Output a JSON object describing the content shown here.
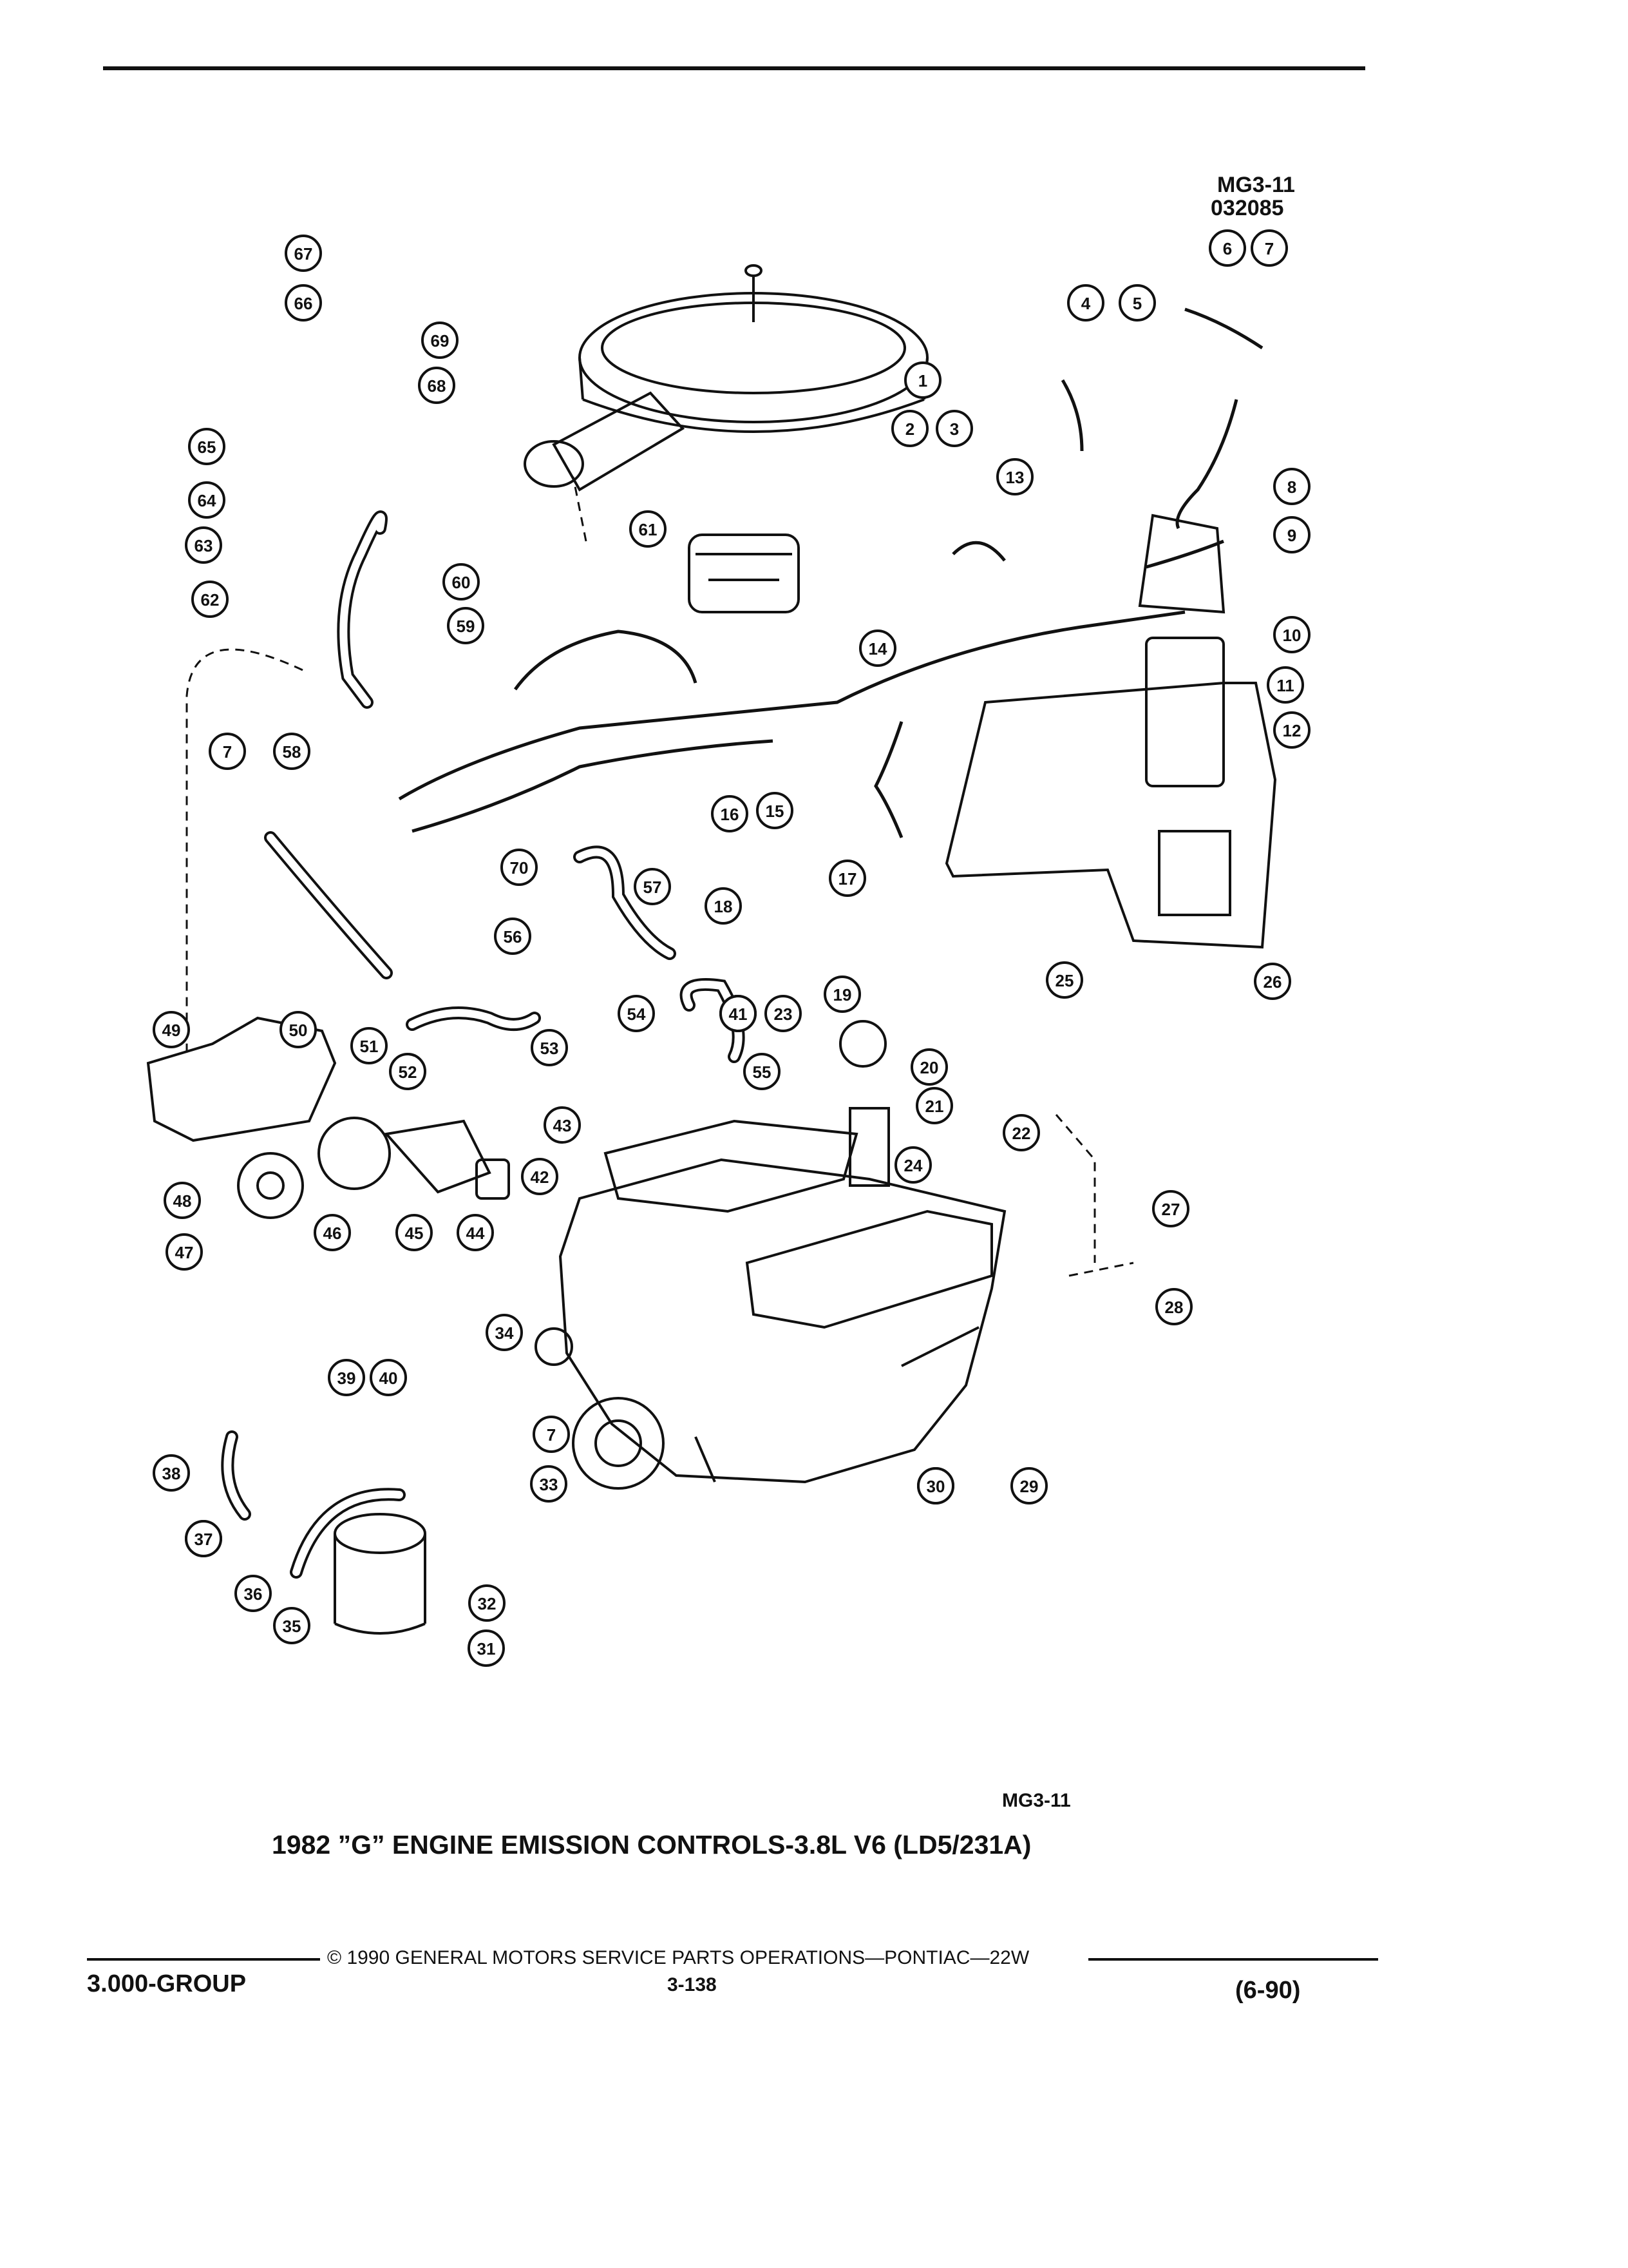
{
  "figure_id_top": "MG3-11",
  "figure_code": "032085",
  "figure_id_bottom": "MG3-11",
  "title": "1982 ”G” ENGINE EMISSION CONTROLS-3.8L V6 (LD5/231A)",
  "footer": {
    "copyright": "© 1990 GENERAL MOTORS SERVICE PARTS OPERATIONS—PONTIAC—22W",
    "group": "3.000-GROUP",
    "page": "3-138",
    "date": "(6-90)"
  },
  "callouts": [
    "1",
    "2",
    "3",
    "4",
    "5",
    "6",
    "7",
    "8",
    "9",
    "10",
    "11",
    "12",
    "13",
    "14",
    "15",
    "16",
    "17",
    "18",
    "19",
    "20",
    "21",
    "22",
    "23",
    "24",
    "25",
    "26",
    "27",
    "28",
    "29",
    "30",
    "31",
    "32",
    "33",
    "34",
    "35",
    "36",
    "37",
    "38",
    "39",
    "40",
    "41",
    "42",
    "43",
    "44",
    "45",
    "46",
    "47",
    "48",
    "49",
    "50",
    "51",
    "52",
    "53",
    "54",
    "55",
    "56",
    "57",
    "58",
    "59",
    "60",
    "61",
    "62",
    "63",
    "64",
    "65",
    "66",
    "67",
    "68",
    "69",
    "70",
    "7",
    "7",
    "30",
    "37",
    "41"
  ]
}
